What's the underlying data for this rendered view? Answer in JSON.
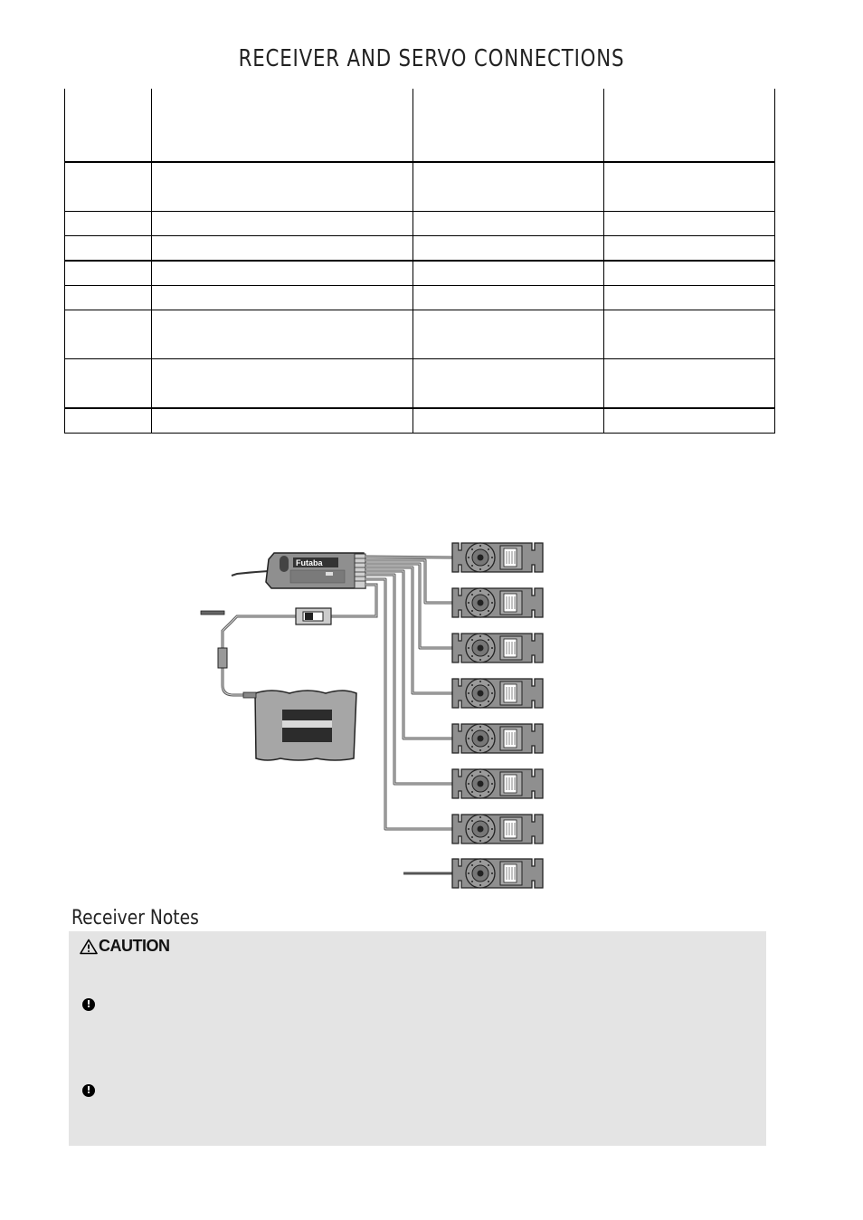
{
  "page": {
    "title": "RECEIVER AND SERVO CONNECTIONS"
  },
  "receiver": {
    "brand": "Futaba"
  },
  "notes": {
    "title": "Receiver Notes",
    "caution_label": "CAUTION",
    "bullet_symbol": "!"
  },
  "icons": [
    "warning-triangle-icon",
    "exclamation-bullet-icon"
  ]
}
